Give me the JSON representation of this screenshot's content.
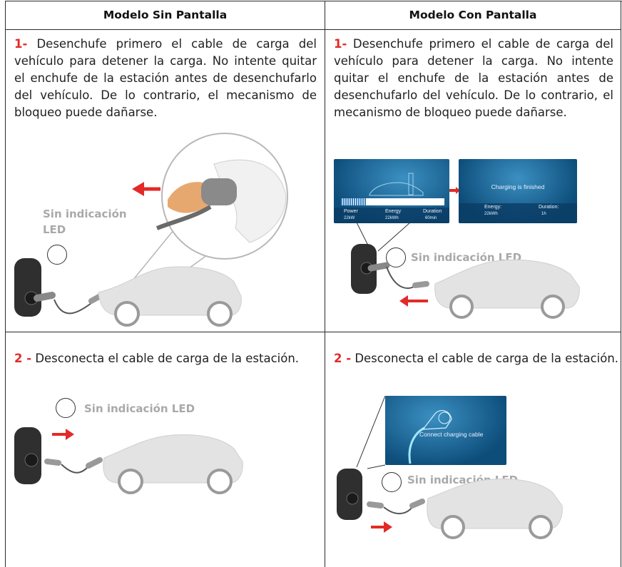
{
  "table": {
    "headers": [
      "Modelo Sin Pantalla",
      "Modelo Con Pantalla"
    ]
  },
  "row1": {
    "left": {
      "step_number": "1-",
      "text": " Desenchufe primero el cable de carga del vehículo para detener la carga. No intente quitar el enchufe de la estación antes de desenchufarlo del vehículo. De lo contrario, el mecanismo de bloqueo puede dañarse.",
      "led_label_line1": "Sin indicación",
      "led_label_line2": "LED"
    },
    "right": {
      "step_number": "1-",
      "text": " Desenchufe primero el cable de carga del vehículo para detener la carga. No intente quitar el enchufe de la estación antes de desenchufarlo del vehículo. De lo contrario, el mecanismo de bloqueo puede dañarse.",
      "led_label": "Sin indicación LED",
      "screen1": {
        "labels": [
          "Power",
          "Energy",
          "Duration"
        ],
        "values": [
          "22kW",
          "22kWh",
          "60min"
        ]
      },
      "screen2": {
        "title": "Charging is finished",
        "labels": [
          "Energy:",
          "Duration:"
        ],
        "values": [
          "22kWh",
          "1h"
        ]
      }
    }
  },
  "row2": {
    "left": {
      "step_number": "2 -",
      "text": " Desconecta el cable de carga de la estación.",
      "led_label": "Sin indicación LED"
    },
    "right": {
      "step_number": "2 -",
      "text": " Desconecta el cable de carga de la estación.",
      "led_label": "Sin indicación LED",
      "screen": {
        "title": "Connect charging cable"
      }
    }
  },
  "colors": {
    "accent_red": "#e22a28",
    "led_gray": "#a9a9a9",
    "car_fill": "#e3e3e3",
    "screen_blue": "#0d4d7a"
  }
}
